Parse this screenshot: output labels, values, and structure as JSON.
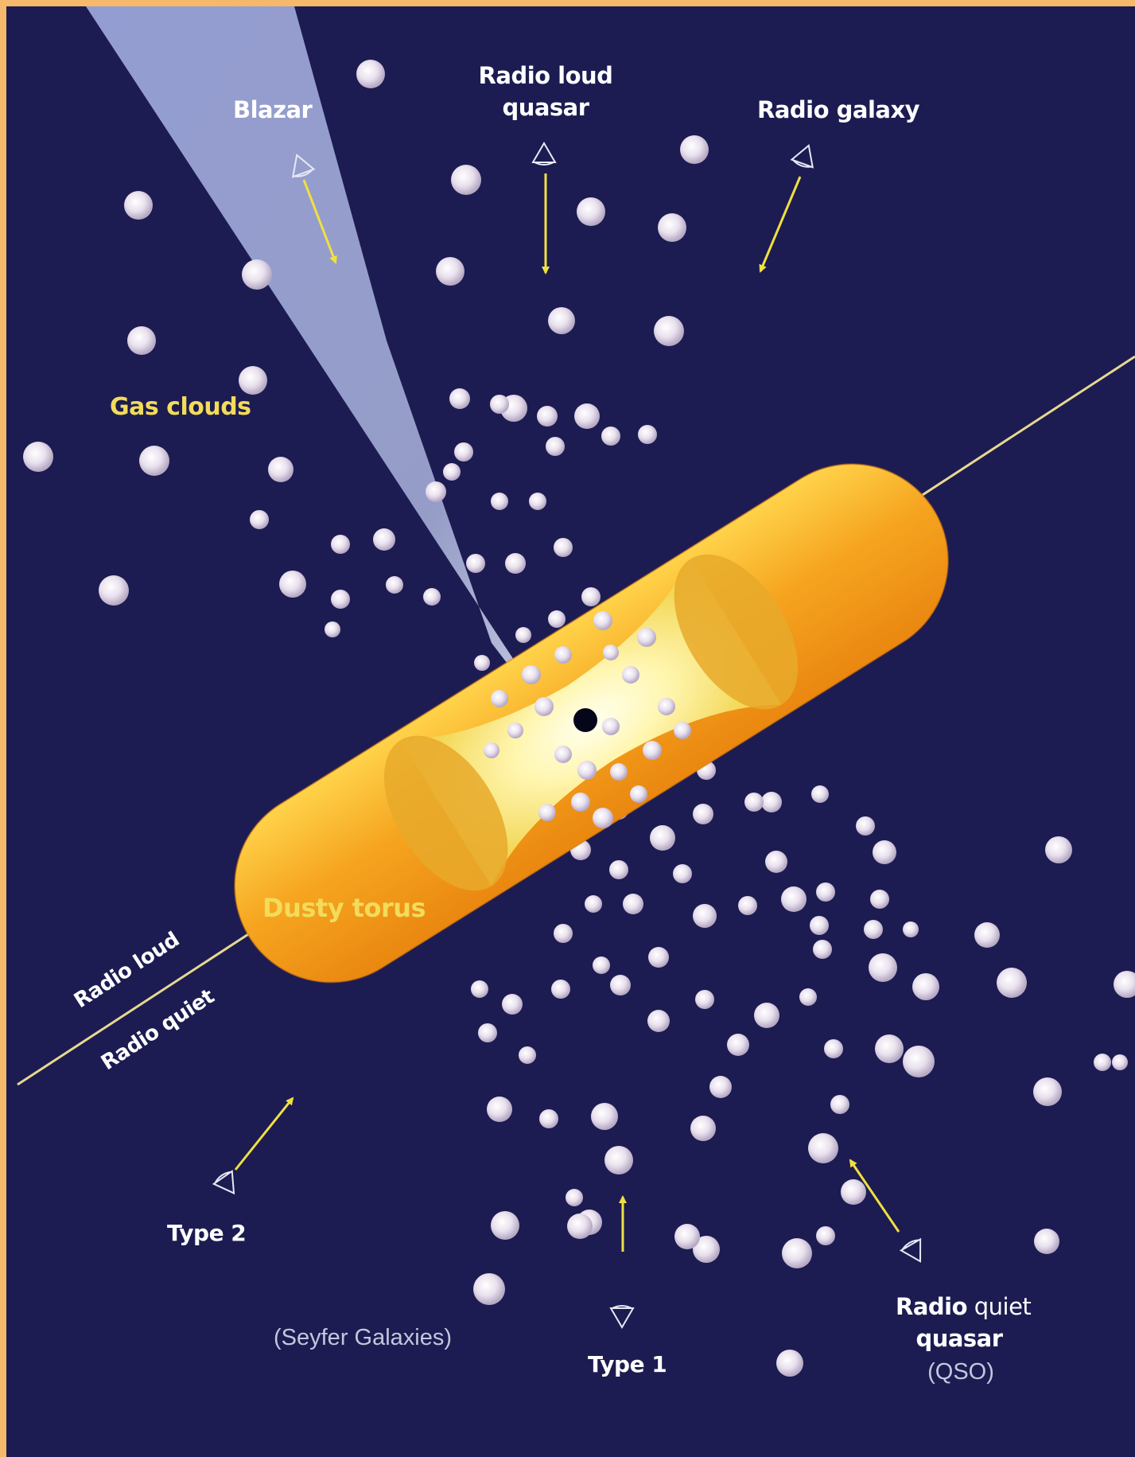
{
  "labels": {
    "blazar": "Blazar",
    "radio_loud_quasar_1": "Radio loud",
    "radio_loud_quasar_2": "quasar",
    "radio_galaxy": "Radio galaxy",
    "gas_clouds": "Gas clouds",
    "dusty_torus": "Dusty torus",
    "radio_loud": "Radio loud",
    "radio_quiet": "Radio quiet",
    "type2": "Type 2",
    "seyfert": "(Seyfer Galaxies)",
    "type1": "Type 1",
    "rq_quasar_bold": "Radio",
    "rq_quasar_normal": " quiet",
    "rq_quasar_2": "quasar",
    "qso": "(QSO)"
  },
  "colors": {
    "background": "#1c1c52",
    "frame": "#f6b86a",
    "torus": "#f2a21e",
    "arrow": "#f0e040",
    "cloud": "#ece6f2",
    "label_white": "#ffffff",
    "label_yellow": "#f2dc5a",
    "label_grey": "#c4c6dc"
  }
}
